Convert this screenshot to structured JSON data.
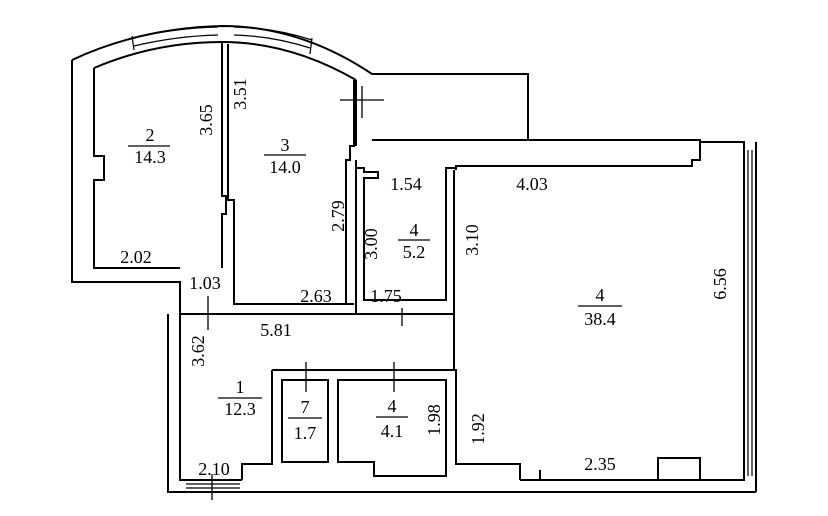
{
  "rooms": [
    {
      "number": "1",
      "area": "12.3"
    },
    {
      "number": "2",
      "area": "14.3"
    },
    {
      "number": "3",
      "area": "14.0"
    },
    {
      "number": "4",
      "area": "5.2"
    },
    {
      "number": "4",
      "area": "38.4"
    },
    {
      "number": "7",
      "area": "1.7"
    },
    {
      "number": "4",
      "area": "4.1"
    }
  ],
  "dimensions": [
    "3.65",
    "3.51",
    "2.02",
    "1.03",
    "2.63",
    "2.79",
    "1.54",
    "3.00",
    "1.75",
    "5.81",
    "3.62",
    "2.10",
    "1.98",
    "1.92",
    "2.35",
    "4.03",
    "3.10",
    "6.56"
  ]
}
